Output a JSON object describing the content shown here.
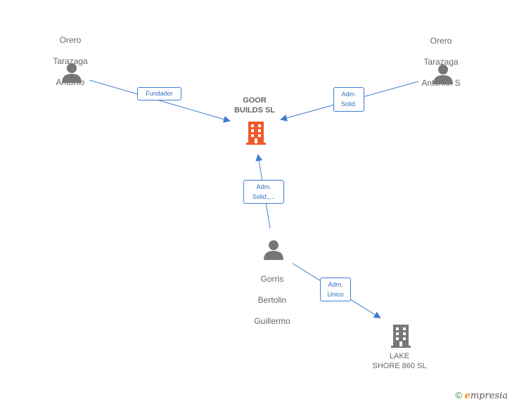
{
  "nodes": {
    "person_top_left": {
      "line1": "Orero",
      "line2": "Tarazaga",
      "line3": "Antonio"
    },
    "person_top_right": {
      "line1": "Orero",
      "line2": "Tarazaga",
      "line3": "Antonio.  S"
    },
    "company_goor": {
      "line1": "GOOR",
      "line2": "BUILDS  SL"
    },
    "person_gorris": {
      "line1": "Gorris",
      "line2": "Bertolin",
      "line3": "Guillermo"
    },
    "company_lake": {
      "line1": "LAKE",
      "line2": "SHORE 860  SL"
    }
  },
  "edges": {
    "fundador": {
      "line1": "Fundador"
    },
    "adm_solid": {
      "line1": "Adm.",
      "line2": "Solid."
    },
    "adm_solid_trunc": {
      "line1": "Adm.",
      "line2": "Solid.,..."
    },
    "adm_unico": {
      "line1": "Adm.",
      "line2": "Unico"
    }
  },
  "footer": {
    "copyright": "©",
    "brand_initial": "e",
    "brand_rest": "mpresia"
  },
  "colors": {
    "edge": "#3f7ed0",
    "person_icon": "#777777",
    "highlight_company": "#f05a28",
    "company_icon": "#777777"
  }
}
